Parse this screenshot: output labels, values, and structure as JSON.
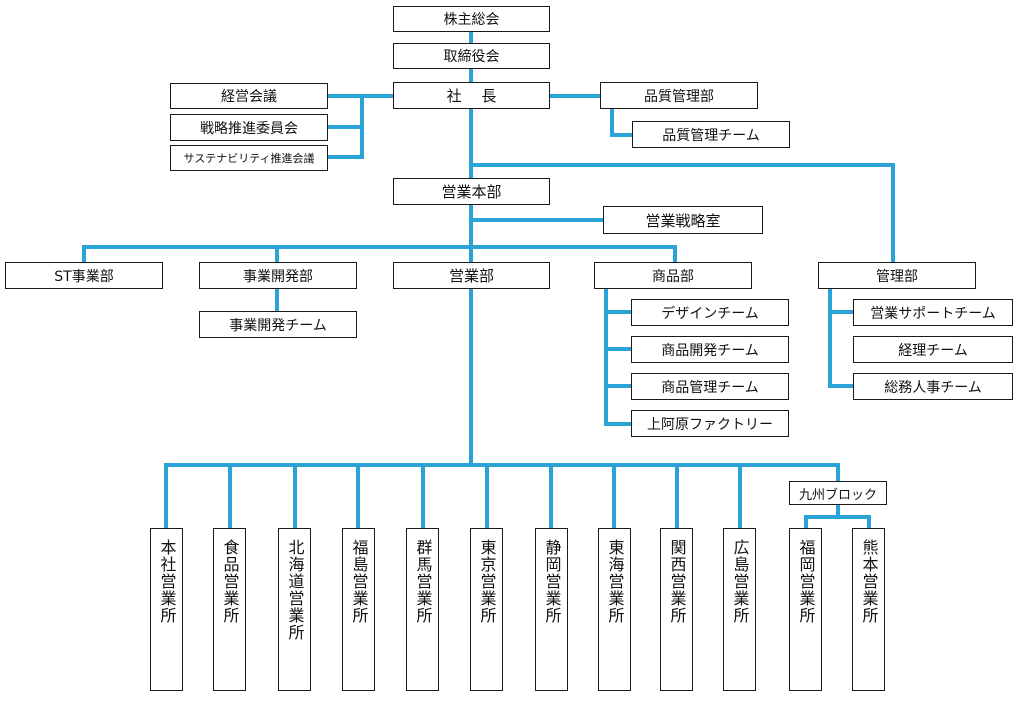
{
  "colors": {
    "connector": "#29a3d8",
    "border": "#1a1a1a",
    "text": "#111111"
  },
  "org": {
    "shareholders": "株主総会",
    "board": "取締役会",
    "president": "社　 長",
    "management_meeting": "経営会議",
    "strategy_committee": "戦略推進委員会",
    "sustainability_committee": "サステナビリティ推進会議",
    "quality_dept": "品質管理部",
    "quality_team": "品質管理チーム",
    "sales_hq": "営業本部",
    "sales_strategy_office": "営業戦略室",
    "st_division": "ST事業部",
    "bizdev_dept": "事業開発部",
    "bizdev_team": "事業開発チーム",
    "sales_dept": "営業部",
    "product_dept": "商品部",
    "design_team": "デザインチーム",
    "product_dev_team": "商品開発チーム",
    "product_mgmt_team": "商品管理チーム",
    "kamiahara_factory": "上阿原ファクトリー",
    "admin_dept": "管理部",
    "sales_support_team": "営業サポートチーム",
    "accounting_team": "経理チーム",
    "hr_team": "総務人事チーム",
    "kyushu_block": "九州ブロック",
    "offices": [
      "本社営業所",
      "食品営業所",
      "北海道営業所",
      "福島営業所",
      "群馬営業所",
      "東京営業所",
      "静岡営業所",
      "東海営業所",
      "関西営業所",
      "広島営業所"
    ],
    "kyushu_offices": [
      "福岡営業所",
      "熊本営業所"
    ]
  }
}
